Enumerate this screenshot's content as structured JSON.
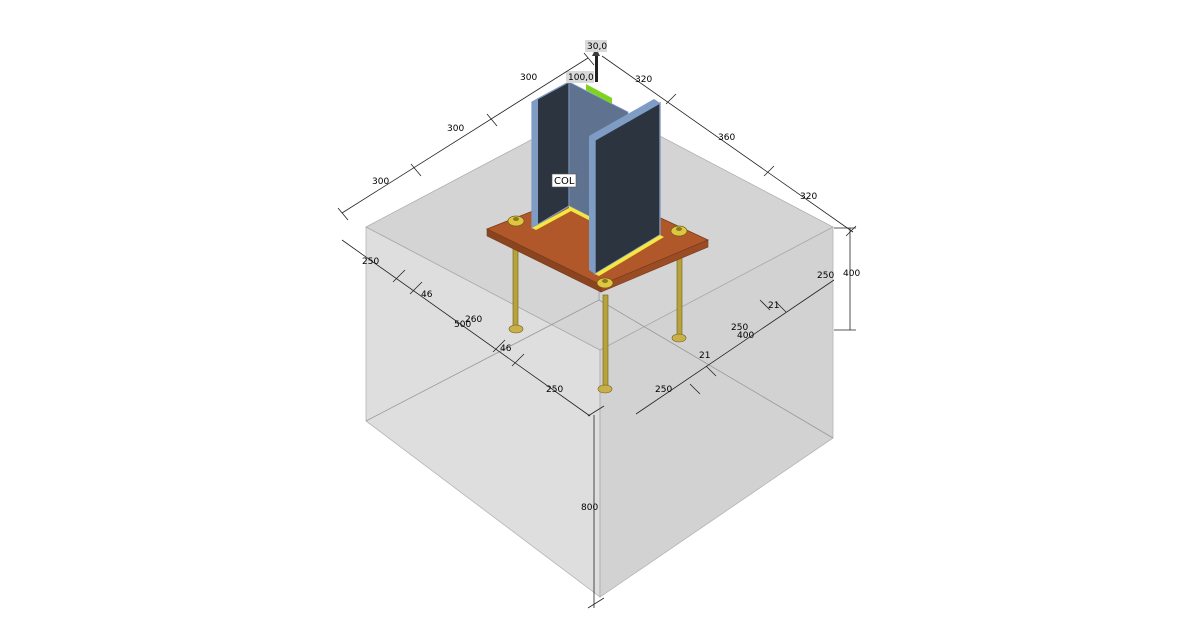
{
  "model": {
    "member_label": "COL",
    "load_labels": [
      "30,0",
      "100,0"
    ]
  },
  "dimensions": {
    "top_left": [
      "300",
      "300",
      "300"
    ],
    "top_right": [
      "320",
      "360",
      "320"
    ],
    "left_side": [
      "250",
      "46",
      "500",
      "46",
      "250"
    ],
    "left_side_partial": "260",
    "right_side": [
      "250",
      "21",
      "250",
      "400",
      "21",
      "250"
    ],
    "height_block": "400",
    "depth": "800"
  },
  "colors": {
    "block_top": "#cfcfcf",
    "block_left": "#d7d7d7",
    "block_right": "#c9c9c9",
    "plate": "#b0582a",
    "plate_edge": "#7a3a1a",
    "flange_face": "#2c3440",
    "flange_edge": "#7f9cc4",
    "web": "#5f7290",
    "anchor": "#b8a23a",
    "weld": "#f5e642"
  }
}
